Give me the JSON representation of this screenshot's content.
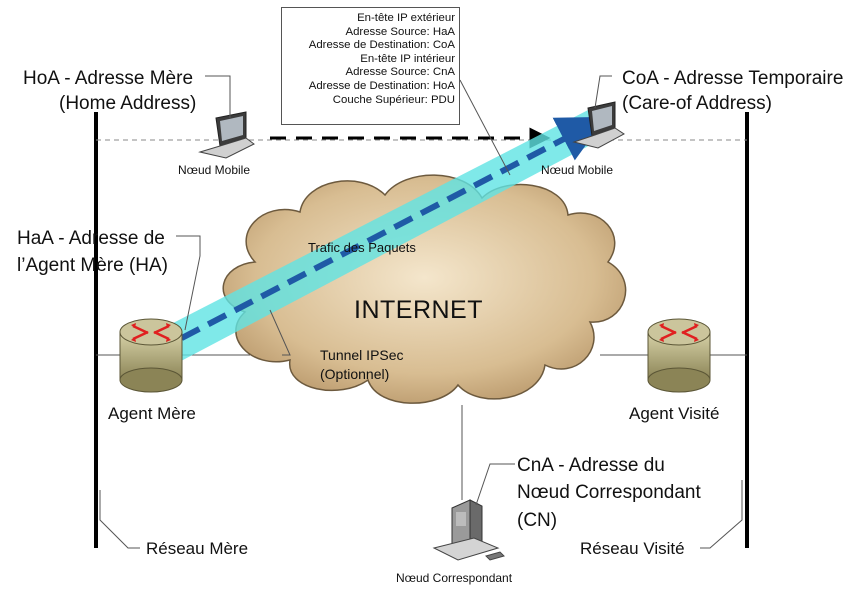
{
  "header_box": {
    "lines": [
      "En-tête IP extérieur",
      "Adresse Source: HaA",
      "Adresse de Destination: CoA",
      "En-tête IP intérieur",
      "Adresse Source: CnA",
      "Adresse de Destination: HoA",
      "Couche Supérieur: PDU"
    ]
  },
  "labels": {
    "hoa_line1": "HoA - Adresse Mère",
    "hoa_line2": "(Home Address)",
    "coa_line1": "CoA - Adresse Temporaire",
    "coa_line2": "(Care-of Address)",
    "haa_line1": "HaA - Adresse de",
    "haa_line2": "l’Agent Mère (HA)",
    "cna_line1": "CnA - Adresse du",
    "cna_line2": "Nœud Correspondant",
    "cna_line3": "(CN)",
    "mobile_node_home": "Nœud Mobile",
    "mobile_node_visited": "Nœud Mobile",
    "packet_traffic": "Trafic des Paquets",
    "internet": "INTERNET",
    "tunnel_line1": "Tunnel IPSec",
    "tunnel_line2": "(Optionnel)",
    "home_agent": "Agent Mère",
    "visited_agent": "Agent Visité",
    "home_network": "Réseau Mère",
    "visited_network": "Réseau Visité",
    "correspondent_node": "Nœud Correspondant"
  },
  "colors": {
    "tunnel": "#5fe3e3",
    "flow_arrow": "#1f5aa6",
    "cloud_fill": "#cfb187",
    "router_body": "#a8a072",
    "router_arrows": "#e02020"
  },
  "icons": [
    "laptop-icon",
    "router-icon",
    "desktop-computer-icon",
    "cloud-icon"
  ]
}
